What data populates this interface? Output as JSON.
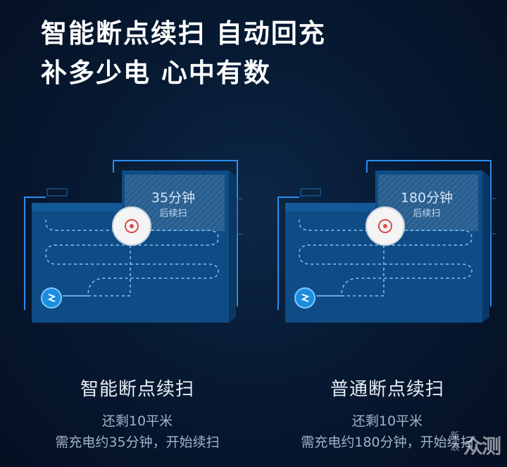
{
  "headline": {
    "line1": "智能断点续扫 自动回充",
    "line2": "补多少电 心中有数"
  },
  "panels": [
    {
      "room_label_line1": "35分钟",
      "room_label_line2": "后续扫",
      "caption_title": "智能断点续扫",
      "caption_line1": "还剩10平米",
      "caption_line2": "需充电约35分钟，开始续扫"
    },
    {
      "room_label_line1": "180分钟",
      "room_label_line2": "后续扫",
      "caption_title": "普通断点续扫",
      "caption_line1": "还剩10平米",
      "caption_line2": "需充电约180分钟，开始续扫"
    }
  ],
  "watermark": {
    "logo_text": "新浪",
    "text": "众测"
  },
  "colors": {
    "background": "#071a33",
    "room_floor": "#12558f",
    "wall_outline": "#2a8ef0",
    "path_dash": "#7fc8ff",
    "remaining_area": "#2a5e8e"
  },
  "icons": [
    "robot-vacuum-icon",
    "charging-dock-icon"
  ]
}
